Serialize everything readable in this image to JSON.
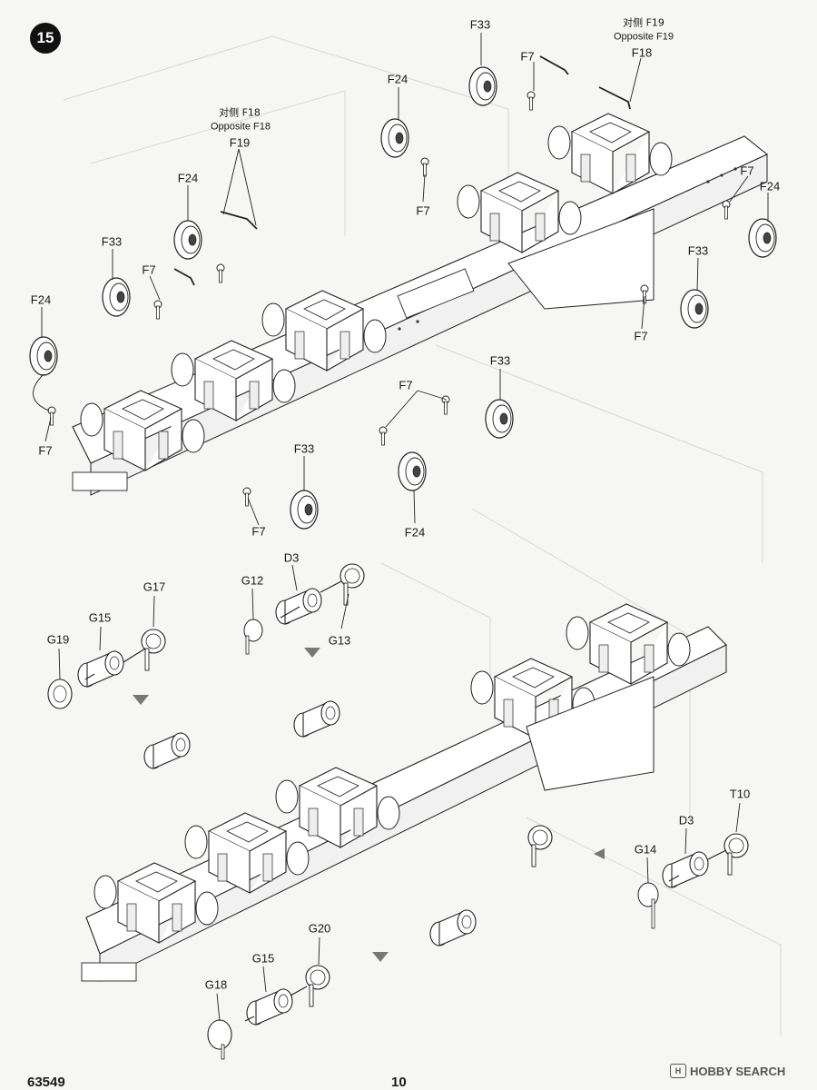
{
  "step": {
    "number": "15"
  },
  "footer": {
    "code": "63549",
    "page": "10"
  },
  "watermark": {
    "text": "HOBBY SEARCH",
    "logo_mark": "H"
  },
  "labels": {
    "f33_top": "F33",
    "f7_top": "F7",
    "f19_cn": "对侧 F19",
    "f19_opposite": "Opposite F19",
    "f18_top": "F18",
    "f24_top": "F24",
    "f7_mid_top": "F7",
    "f18_cn": "对侧 F18",
    "f18_opposite": "Opposite F18",
    "f19_left": "F19",
    "f24_left_upper": "F24",
    "f7_right": "F7",
    "f24_right": "F24",
    "f33_left": "F33",
    "f7_left": "F7",
    "f33_right": "F33",
    "f24_far_left": "F24",
    "f7_right_lower": "F7",
    "f33_center": "F33",
    "f7_center": "F7",
    "f7_far_left": "F7",
    "f33_lower": "F33",
    "f7_lower": "F7",
    "f24_lower": "F24",
    "d3_top": "D3",
    "g12": "G12",
    "g17": "G17",
    "g15_top": "G15",
    "g13": "G13",
    "g19": "G19",
    "t10": "T10",
    "d3_right": "D3",
    "g14": "G14",
    "g20": "G20",
    "g15_bottom": "G15",
    "g18": "G18"
  }
}
